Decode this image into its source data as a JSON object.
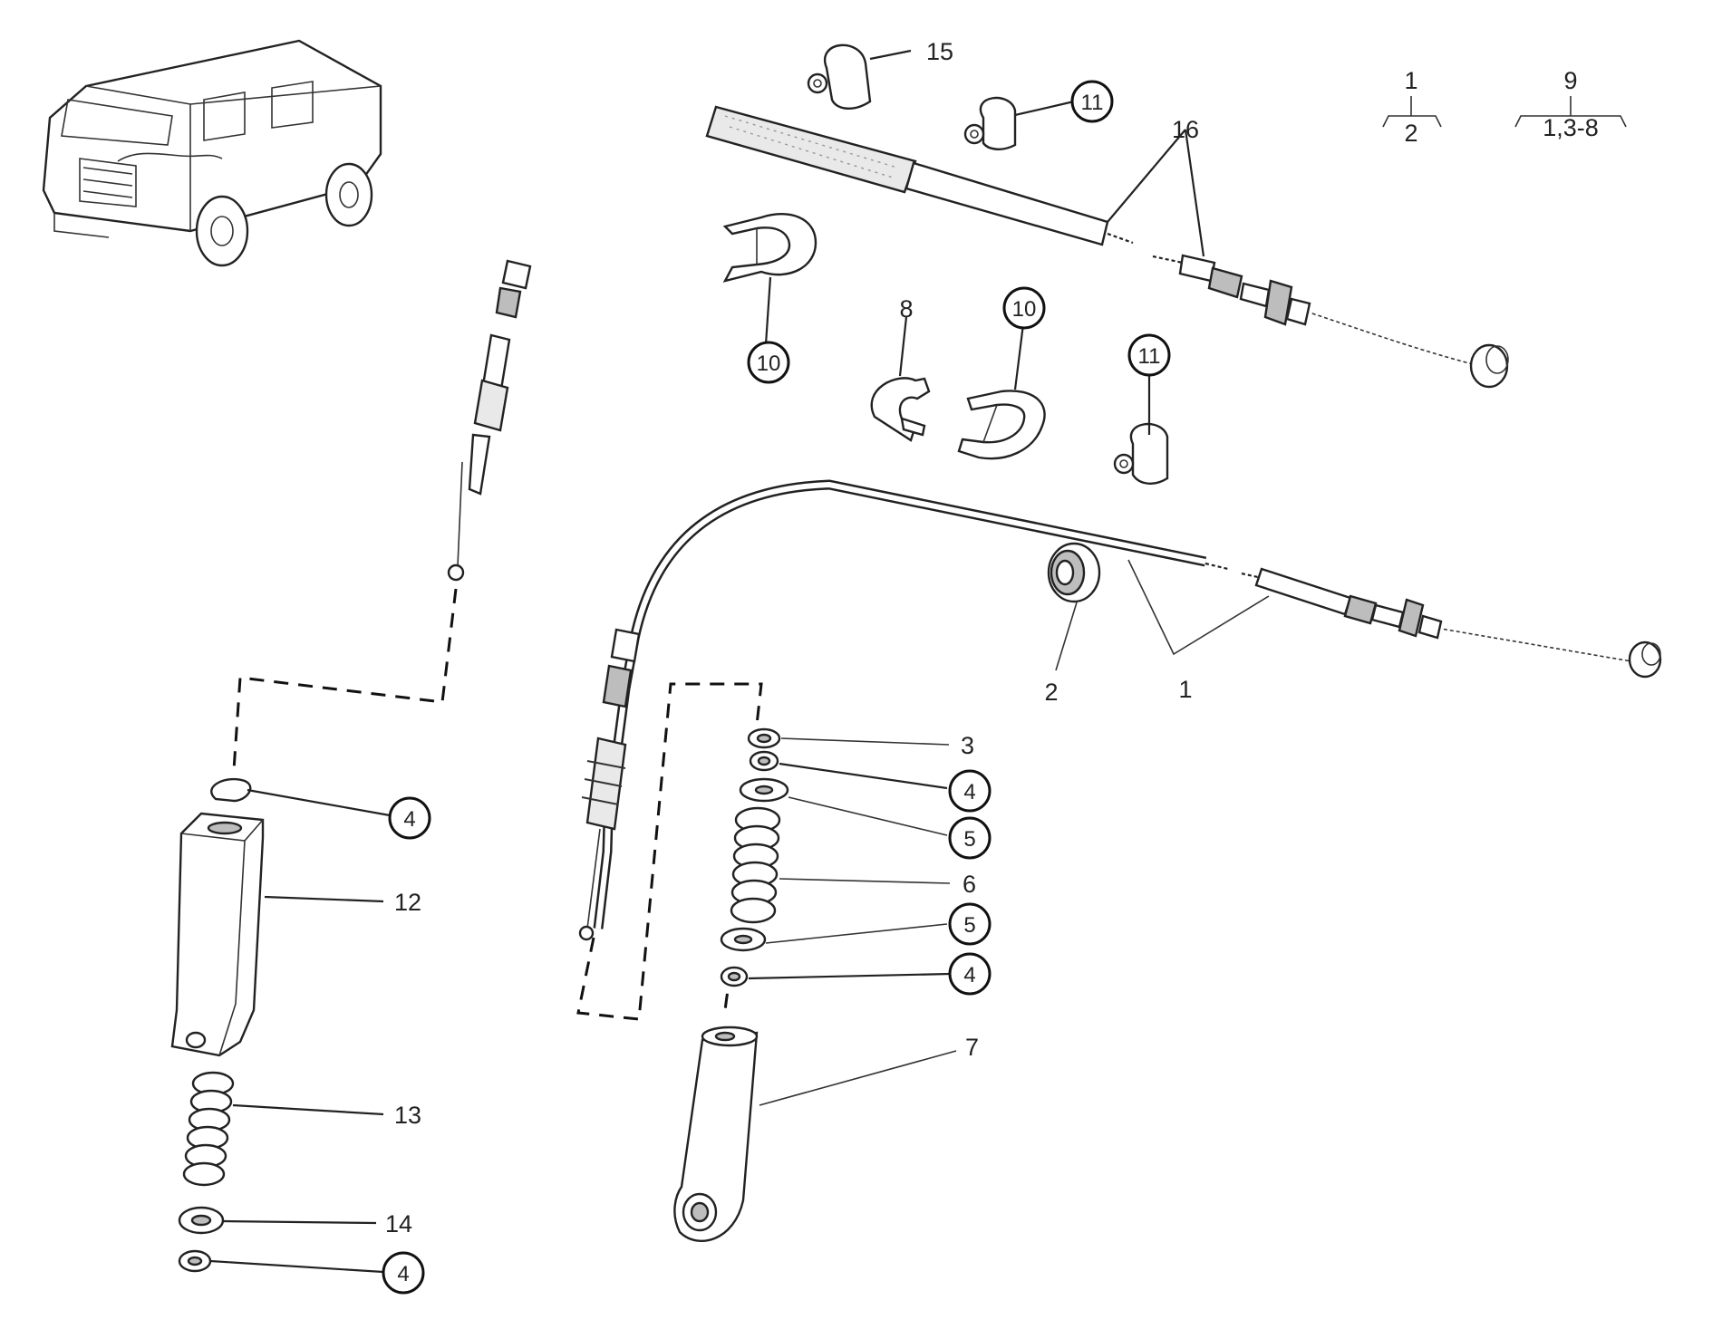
{
  "diagram": {
    "legend": {
      "group_a": {
        "top": "1",
        "bottom": "2"
      },
      "group_b": {
        "top": "9",
        "bottom": "1,3-8"
      }
    },
    "callouts": {
      "c1": "1",
      "c2": "2",
      "c3": "3",
      "c4a": "4",
      "c4b": "4",
      "c4c": "4",
      "c4d": "4",
      "c5a": "5",
      "c5b": "5",
      "c6": "6",
      "c7": "7",
      "c8": "8",
      "c10a": "10",
      "c10b": "10",
      "c11a": "11",
      "c11b": "11",
      "c12": "12",
      "c13": "13",
      "c14": "14",
      "c15": "15",
      "c16": "16"
    },
    "colors": {
      "line": "#222222",
      "background": "#ffffff"
    }
  }
}
